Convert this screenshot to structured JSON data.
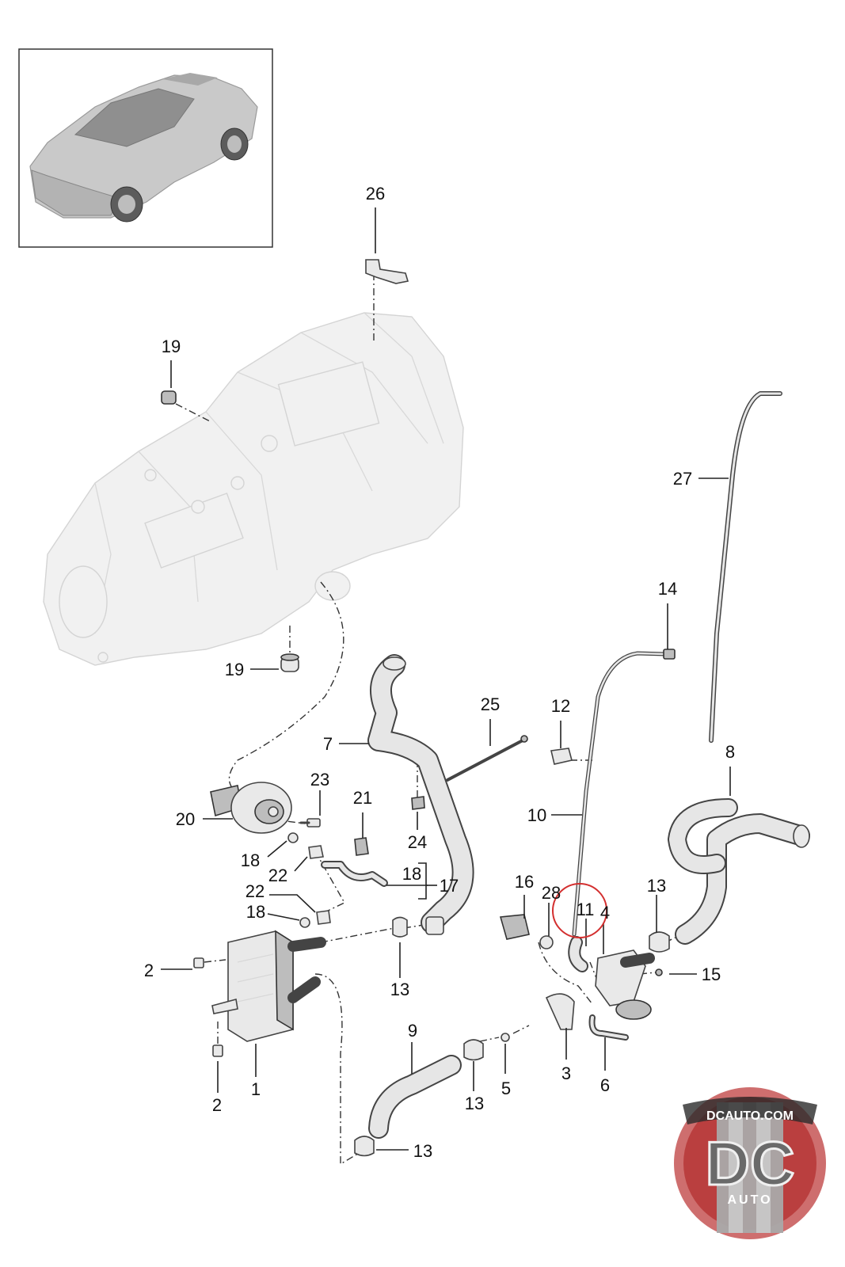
{
  "diagram": {
    "callouts": [
      {
        "id": "c26",
        "text": "26"
      },
      {
        "id": "c19a",
        "text": "19"
      },
      {
        "id": "c19b",
        "text": "19"
      },
      {
        "id": "c27",
        "text": "27"
      },
      {
        "id": "c14",
        "text": "14"
      },
      {
        "id": "c25",
        "text": "25"
      },
      {
        "id": "c12",
        "text": "12"
      },
      {
        "id": "c7",
        "text": "7"
      },
      {
        "id": "c8",
        "text": "8"
      },
      {
        "id": "c23",
        "text": "23"
      },
      {
        "id": "c21",
        "text": "21"
      },
      {
        "id": "c10",
        "text": "10"
      },
      {
        "id": "c20",
        "text": "20"
      },
      {
        "id": "c24",
        "text": "24"
      },
      {
        "id": "c18a",
        "text": "18"
      },
      {
        "id": "c18b",
        "text": "18"
      },
      {
        "id": "c18c",
        "text": "18"
      },
      {
        "id": "c22a",
        "text": "22"
      },
      {
        "id": "c22b",
        "text": "22"
      },
      {
        "id": "c17",
        "text": "17"
      },
      {
        "id": "c16",
        "text": "16"
      },
      {
        "id": "c28",
        "text": "28"
      },
      {
        "id": "c11",
        "text": "11"
      },
      {
        "id": "c4",
        "text": "4"
      },
      {
        "id": "c13a",
        "text": "13"
      },
      {
        "id": "c13b",
        "text": "13"
      },
      {
        "id": "c13c",
        "text": "13"
      },
      {
        "id": "c13d",
        "text": "13"
      },
      {
        "id": "c2a",
        "text": "2"
      },
      {
        "id": "c2b",
        "text": "2"
      },
      {
        "id": "c15",
        "text": "15"
      },
      {
        "id": "c9",
        "text": "9"
      },
      {
        "id": "c3",
        "text": "3"
      },
      {
        "id": "c6",
        "text": "6"
      },
      {
        "id": "c5",
        "text": "5"
      },
      {
        "id": "c1",
        "text": "1"
      }
    ],
    "highlight_color": "#d32f2f"
  },
  "watermark": {
    "domain": "DCAUTO.COM",
    "monogram": "DC",
    "word": "AUTO",
    "colors": {
      "ring": "#b83a3a",
      "center": "#9c9c9c"
    }
  }
}
